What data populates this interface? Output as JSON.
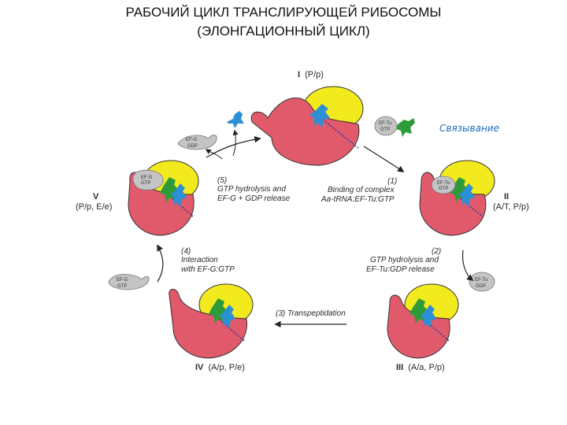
{
  "title": {
    "line1": "РАБОЧИЙ ЦИКЛ ТРАНСЛИРУЮЩЕЙ РИБОСОМЫ",
    "line2": "(ЭЛОНГАЦИОННЫЙ ЦИКЛ)"
  },
  "annotation": "Связывание",
  "states": {
    "s1": {
      "num": "I",
      "sites": "(P/p)"
    },
    "s2": {
      "num": "II",
      "sites": "(A/T, P/p)"
    },
    "s3": {
      "num": "III",
      "sites": "(A/a, P/p)"
    },
    "s4": {
      "num": "IV",
      "sites": "(A/p, P/e)"
    },
    "s5": {
      "num": "V",
      "sites": "(P/p, E/e)"
    }
  },
  "steps": {
    "step1": {
      "num": "(1)",
      "line1": "Binding of complex",
      "line2": "Aa-tRNA:EF-Tu:GTP"
    },
    "step2": {
      "num": "(2)",
      "line1": "GTP hydrolysis and",
      "line2": "EF-Tu:GDP release"
    },
    "step3": {
      "text": "(3) Transpeptidation"
    },
    "step4": {
      "num": "(4)",
      "line1": "Interaction",
      "line2": "with EF-G:GTP"
    },
    "step5": {
      "num": "(5)",
      "line1": "GTP hydrolysis and",
      "line2": "EF-G + GDP release"
    }
  },
  "factors": {
    "eftu_gtp_in": {
      "l1": "EF-Tu",
      "l2": "GTP"
    },
    "eftu_gdp_out": {
      "l1": "EF-Tu",
      "l2": "GDP"
    },
    "efg_gtp_in": {
      "l1": "EF-G",
      "l2": "GTP"
    },
    "efg_gdp_out": {
      "l1": "EF-G",
      "l2": "GDP"
    },
    "efg_gtp_bound": {
      "l1": "EF-G",
      "l2": "GTP"
    },
    "eftu_gtp_bound": {
      "l1": "EF-Tu",
      "l2": "GTP"
    }
  },
  "colors": {
    "large_subunit": "#e05a6c",
    "small_subunit": "#f3ea1e",
    "trna_blue": "#2d8fd6",
    "trna_green": "#2e9b3a",
    "factor_gray": "#c4c4c4",
    "mrna": "#2a3a9a"
  }
}
